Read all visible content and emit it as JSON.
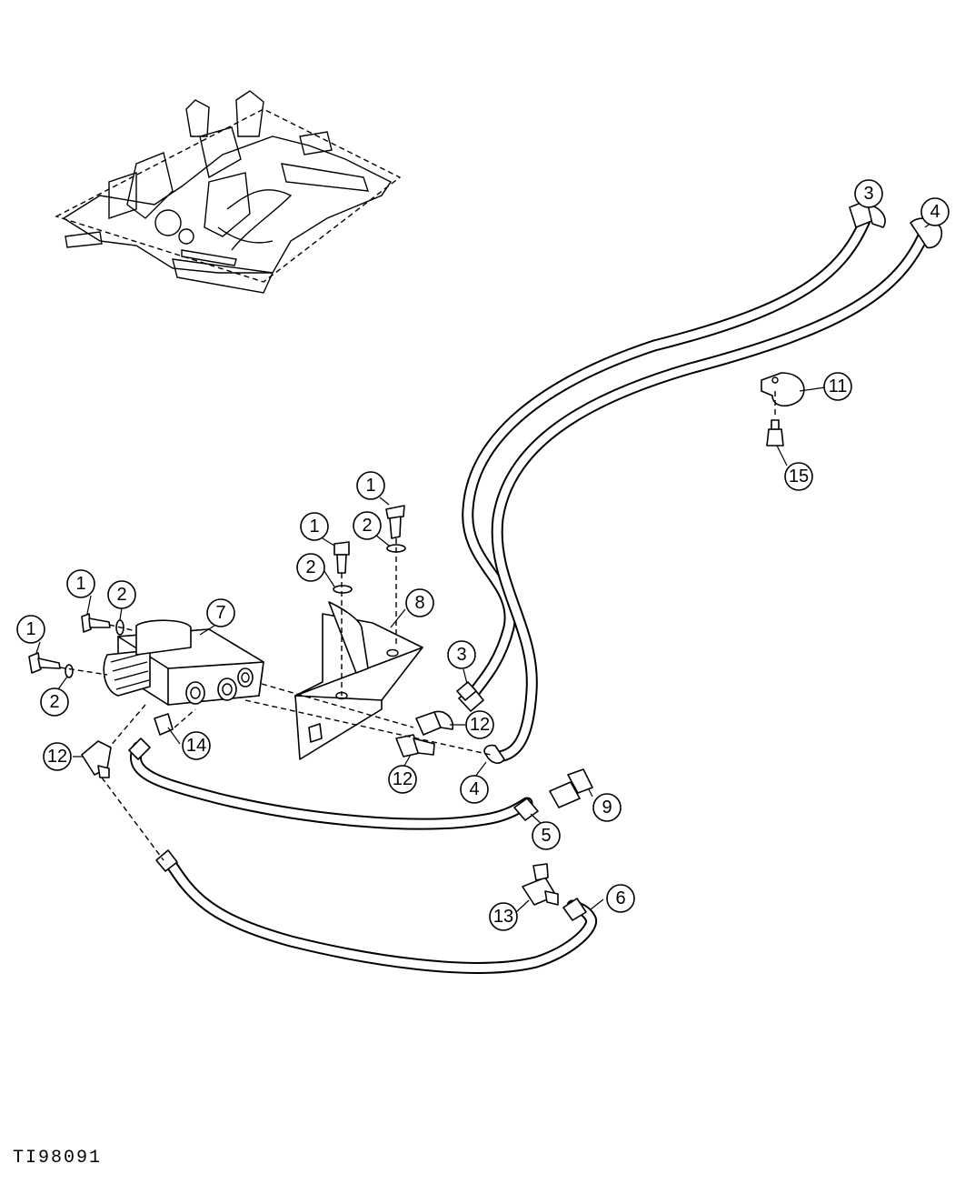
{
  "figure_code": "TI98091",
  "callouts": {
    "c1a": "1",
    "c1b": "1",
    "c1c": "1",
    "c1d": "1",
    "c2a": "2",
    "c2b": "2",
    "c2c": "2",
    "c2d": "2",
    "c3a": "3",
    "c3b": "3",
    "c4a": "4",
    "c4b": "4",
    "c5": "5",
    "c6": "6",
    "c7": "7",
    "c8": "8",
    "c9": "9",
    "c11": "11",
    "c12a": "12",
    "c12b": "12",
    "c12c": "12",
    "c13": "13",
    "c14": "14",
    "c15": "15"
  },
  "colors": {
    "ink": "#000000",
    "paper": "#ffffff"
  }
}
